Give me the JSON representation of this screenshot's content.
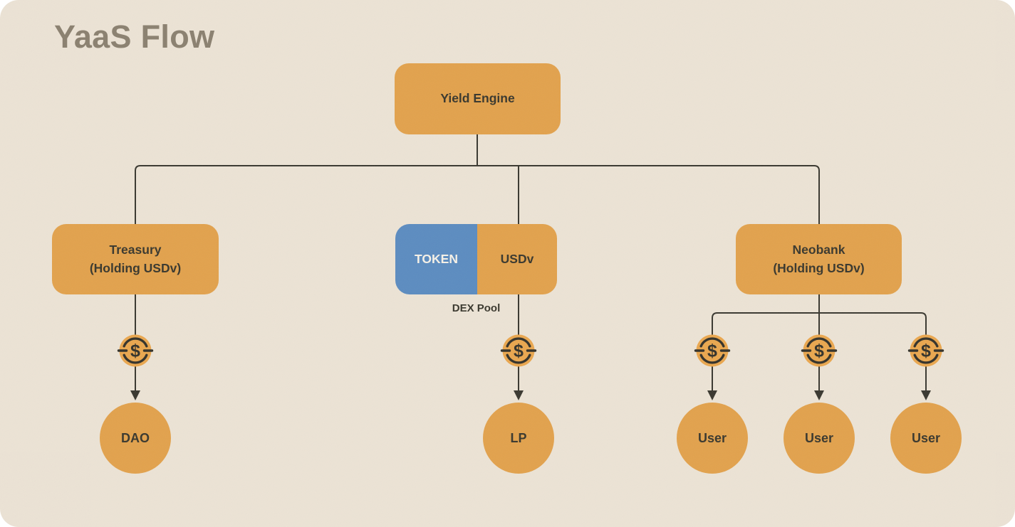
{
  "title": "YaaS Flow",
  "colors": {
    "background": "#ece3d5",
    "node_orange": "#e2a24d",
    "coin_orange": "#eaa74f",
    "token_blue": "#5c8cc0",
    "line_dark": "#3a3830",
    "title_gray": "#8b8170",
    "token_text": "#f6f1e7",
    "node_text": "#3a382e"
  },
  "nodes": {
    "yield_engine": {
      "label": "Yield Engine"
    },
    "treasury": {
      "line1": "Treasury",
      "line2": "(Holding USDv)"
    },
    "dex_pool": {
      "token": "TOKEN",
      "usdv": "USDv",
      "caption": "DEX Pool"
    },
    "neobank": {
      "line1": "Neobank",
      "line2": "(Holding USDv)"
    },
    "dao": {
      "label": "DAO"
    },
    "lp": {
      "label": "LP"
    },
    "users": [
      {
        "label": "User"
      },
      {
        "label": "User"
      },
      {
        "label": "User"
      }
    ]
  },
  "icons": {
    "coin": "circulating-dollar-coin",
    "coin_symbol": "$"
  }
}
